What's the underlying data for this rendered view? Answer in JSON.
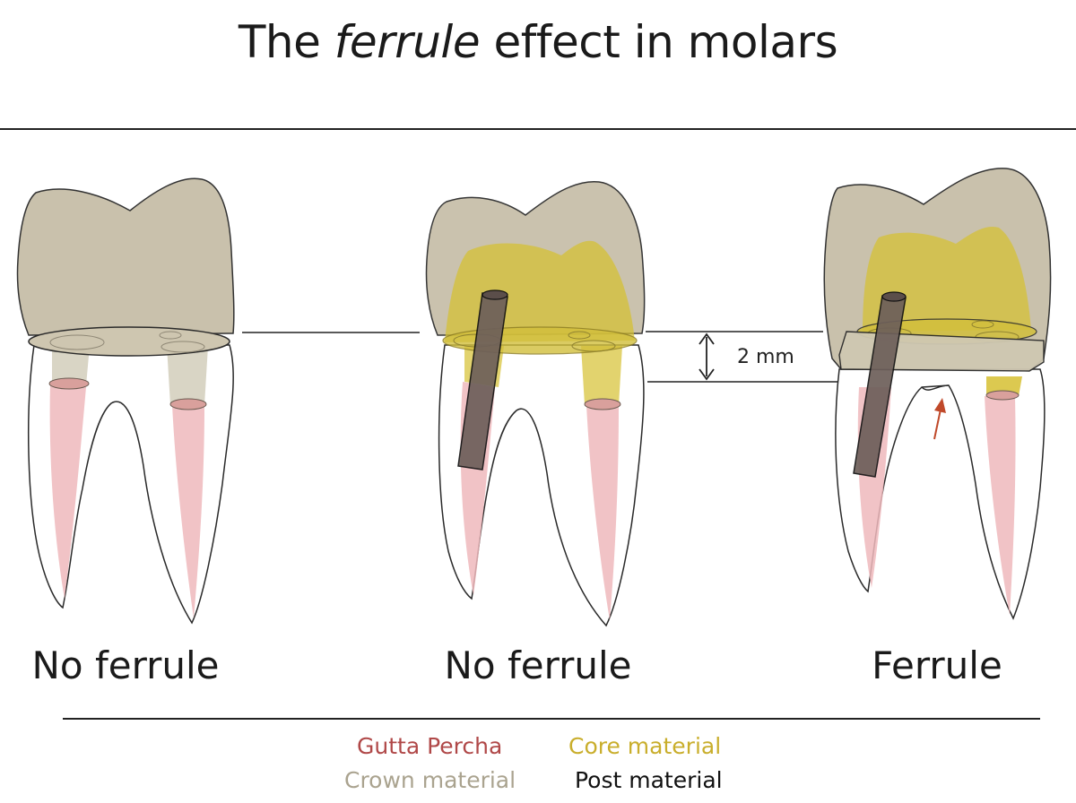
{
  "title": {
    "before": "The ",
    "emphasis": "ferrule",
    "after": " effect in molars"
  },
  "measurement": "2 mm",
  "teeth": [
    {
      "caption": "No ferrule"
    },
    {
      "caption": "No ferrule"
    },
    {
      "caption": "Ferrule"
    }
  ],
  "legend": {
    "gutta_percha": "Gutta Percha",
    "core_material": "Core material",
    "crown_material": "Crown material",
    "post_material": "Post material"
  },
  "colors": {
    "gutta_percha": "#b04848",
    "gutta_fill": "#eeb8bc",
    "core": "#c9ae2c",
    "core_fill": "#d6c031",
    "crown": "#aaa38f",
    "crown_fill": "#c7bfa9",
    "post": "#111111",
    "post_fill": "#6d5f5a",
    "arrow": "#c0492a"
  }
}
